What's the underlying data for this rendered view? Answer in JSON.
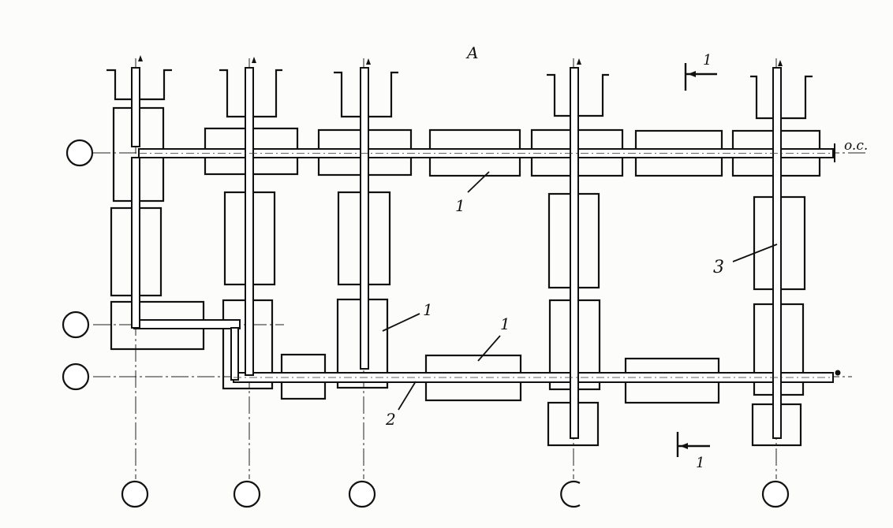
{
  "drawing": {
    "view_label": "A",
    "axis_label": "o.c.",
    "section_mark_top": "1",
    "section_mark_bottom": "1",
    "callouts": {
      "label_1a": "1",
      "label_1b": "1",
      "label_1c": "1",
      "label_2": "2",
      "label_3": "3"
    }
  }
}
